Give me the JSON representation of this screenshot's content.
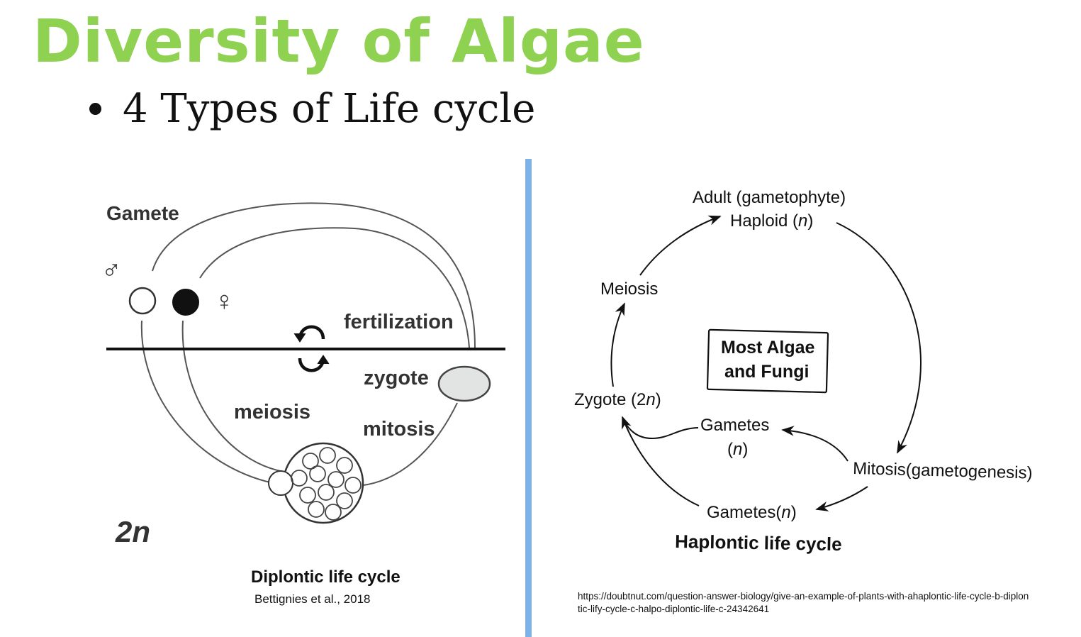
{
  "slide": {
    "title": "Diversity of Algae",
    "bullet": "4 Types of Life cycle"
  },
  "diplontic": {
    "label_gamete": "Gamete",
    "symbol_male": "♂",
    "symbol_female": "♀",
    "label_fertilization": "fertilization",
    "label_zygote": "zygote",
    "label_meiosis": "meiosis",
    "label_mitosis": "mitosis",
    "label_ploidy": "2n",
    "caption": "Diplontic life cycle",
    "citation": "Bettignies et al., 2018"
  },
  "haplontic": {
    "adult_line1": "Adult (gametophyte)",
    "adult_line2_text": "Haploid (",
    "adult_line2_n": "n",
    "adult_line2_close": ")",
    "meiosis": "Meiosis",
    "box_line1": "Most Algae",
    "box_line2": "and Fungi",
    "zygote_text": "Zygote (2",
    "zygote_n": "n",
    "zygote_close": ")",
    "gametes_inner_line1": "Gametes",
    "gametes_inner_line2_open": "(",
    "gametes_inner_line2_n": "n",
    "gametes_inner_line2_close": ")",
    "mitosis": "Mitosis(gametogenesis)",
    "gametes_bottom_text": "Gametes(",
    "gametes_bottom_n": "n",
    "gametes_bottom_close": ")",
    "caption": "Haplontic life cycle",
    "source_url": "https://doubtnut.com/question-answer-biology/give-an-example-of-plants-with-ahaplontic-life-cycle-b-diplontic-lify-cycle-c-halpo-diplontic-life-c-24342641"
  }
}
